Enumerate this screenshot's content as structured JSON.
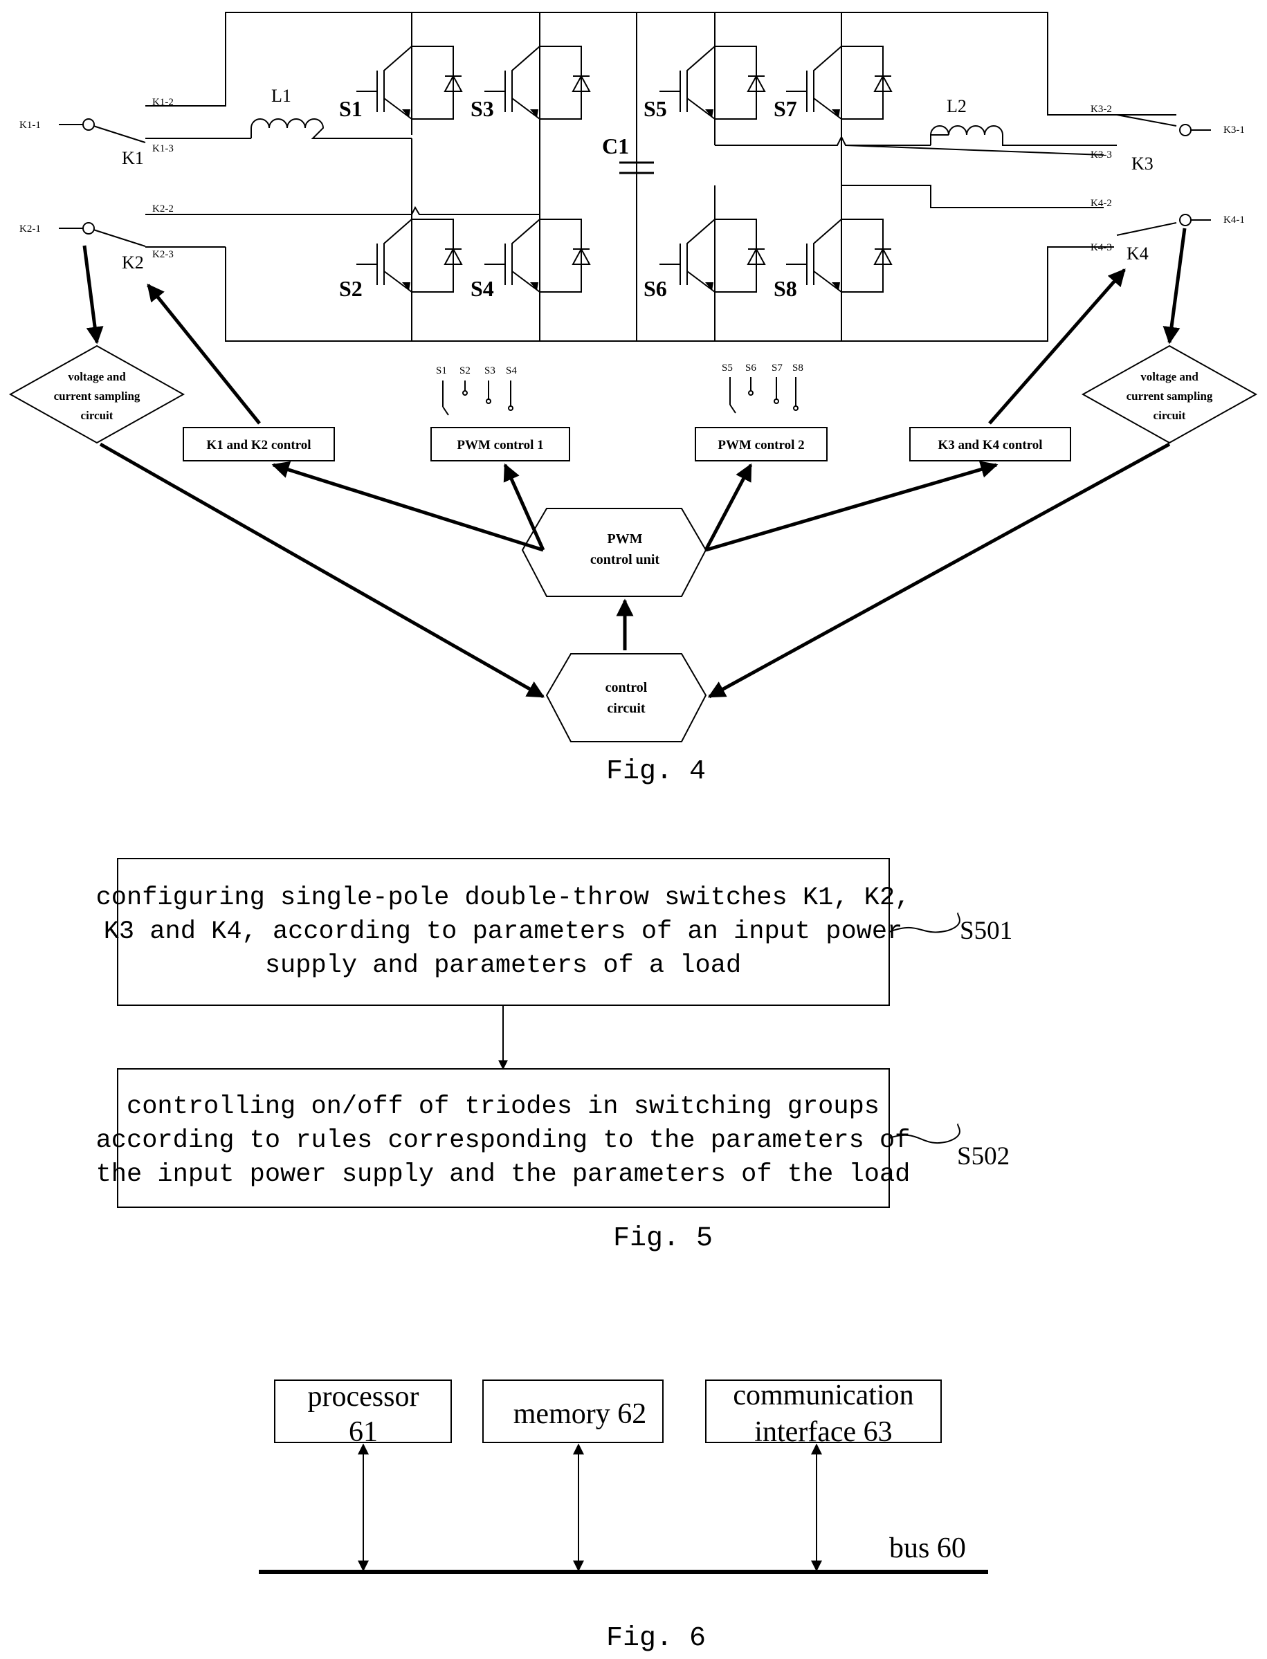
{
  "fig4": {
    "caption": "Fig. 4",
    "switches": [
      "S1",
      "S2",
      "S3",
      "S4",
      "S5",
      "S6",
      "S7",
      "S8"
    ],
    "inductor_left": "L1",
    "inductor_right": "L2",
    "capacitor": "C1",
    "terminals": {
      "k1_1": "K1-1",
      "k1_2": "K1-2",
      "k1_3": "K1-3",
      "k2_1": "K2-1",
      "k2_2": "K2-2",
      "k2_3": "K2-3",
      "k3_1": "K3-1",
      "k3_2": "K3-2",
      "k3_3": "K3-3",
      "k4_1": "K4-1",
      "k4_2": "K4-2",
      "k4_3": "K4-3"
    },
    "relays": {
      "k1": "K1",
      "k2": "K2",
      "k3": "K3",
      "k4": "K4"
    },
    "pwm1_pins": [
      "S1",
      "S2",
      "S3",
      "S4"
    ],
    "pwm2_pins": [
      "S5",
      "S6",
      "S7",
      "S8"
    ],
    "sampling_left": [
      "voltage and",
      "current sampling",
      "circuit"
    ],
    "sampling_right": [
      "voltage and",
      "current sampling",
      "circuit"
    ],
    "k12_control": "K1 and K2 control",
    "pwm_control_1": "PWM control 1",
    "pwm_control_2": "PWM control 2",
    "k34_control": "K3 and K4 control",
    "pwm_unit": [
      "PWM",
      "control unit"
    ],
    "control_circuit": [
      "control",
      "circuit"
    ]
  },
  "fig5": {
    "caption": "Fig. 5",
    "step1_lines": [
      "configuring single-pole double-throw switches K1, K2,",
      "K3 and K4, according to parameters of an input power",
      "supply and parameters of a load"
    ],
    "step1_label": "S501",
    "step2_lines": [
      "controlling on/off of triodes in switching groups",
      "according to rules corresponding to the parameters of",
      "the input power supply and the parameters of the load"
    ],
    "step2_label": "S502"
  },
  "fig6": {
    "caption": "Fig. 6",
    "processor": [
      "processor",
      "61"
    ],
    "memory": "memory 62",
    "comm": [
      "communication",
      "interface 63"
    ],
    "bus": "bus 60"
  }
}
